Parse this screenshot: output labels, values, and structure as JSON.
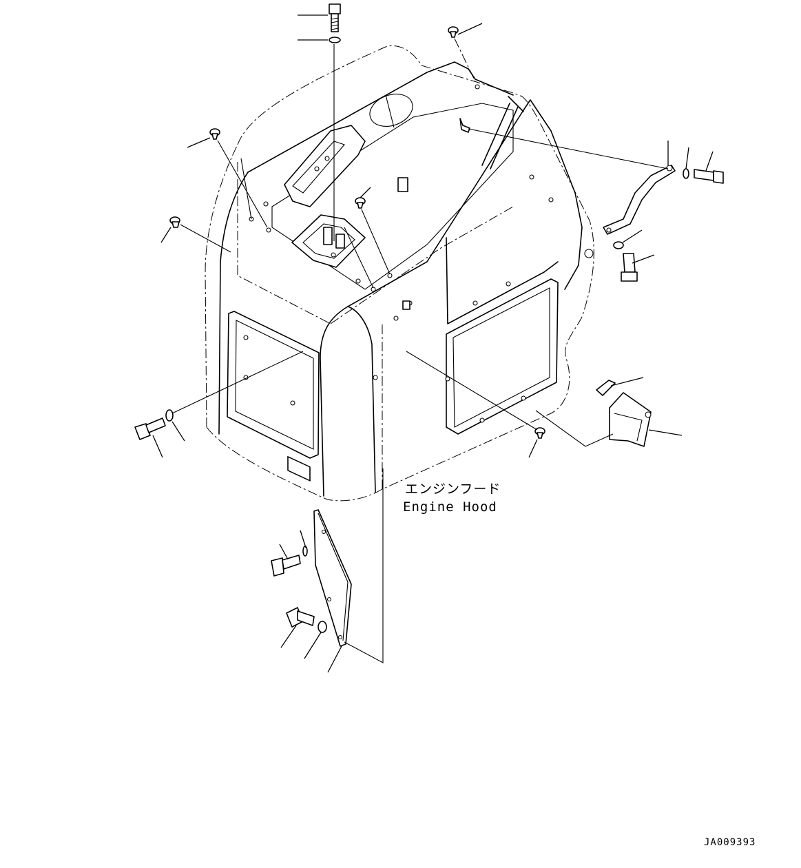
{
  "diagram": {
    "label_jp": "エンジンフード",
    "label_en": "Engine Hood",
    "drawing_code": "JA009393"
  }
}
